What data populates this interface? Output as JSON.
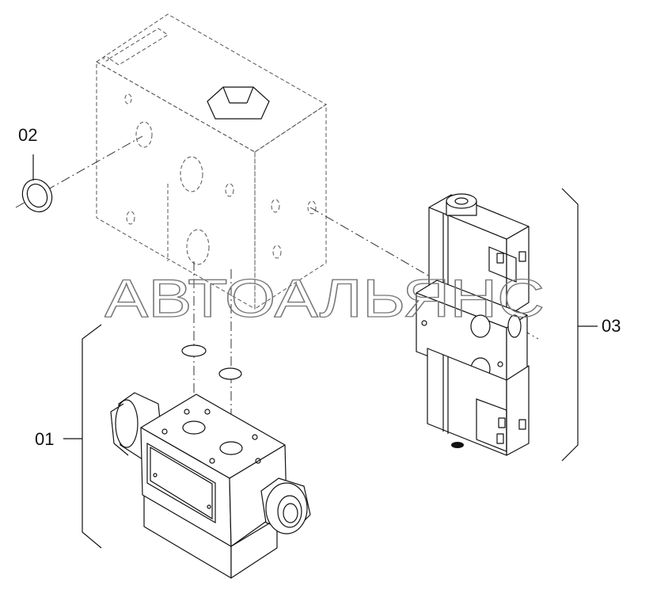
{
  "callouts": {
    "part_01": "01",
    "part_02": "02",
    "part_03": "03"
  },
  "watermark": "АВТОАЛЬЯНС",
  "parts": {
    "manifold_block": "manifold-block",
    "seal_ring": "seal-ring",
    "valve_01": "directional-valve",
    "valve_03": "solenoid-valve"
  },
  "colors": {
    "line": "#111111",
    "dashed": "#555555",
    "watermark_stroke": "#777777"
  }
}
